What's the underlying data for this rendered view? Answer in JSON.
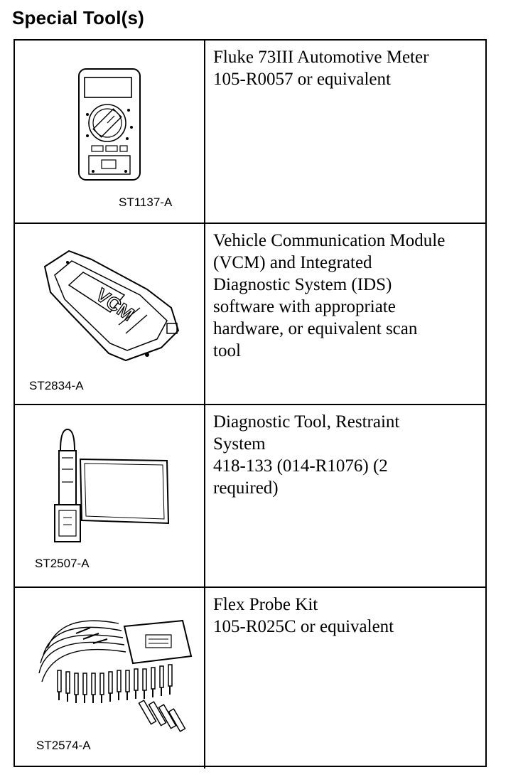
{
  "page": {
    "title": "Special Tool(s)"
  },
  "tools": [
    {
      "code": "ST1137-A",
      "icon": "multimeter-icon",
      "lines": [
        "Fluke 73III Automotive Meter",
        "105-R0057 or equivalent"
      ]
    },
    {
      "code": "ST2834-A",
      "icon": "vcm-module-icon",
      "illustration_text": "VCM",
      "lines": [
        "Vehicle Communication Module",
        "(VCM) and Integrated",
        "Diagnostic System (IDS)",
        "software with appropriate",
        "hardware, or equivalent scan",
        "tool"
      ]
    },
    {
      "code": "ST2507-A",
      "icon": "restraint-diagnostic-tool-icon",
      "lines": [
        "Diagnostic Tool, Restraint",
        "System",
        "418-133 (014-R1076) (2",
        "required)"
      ]
    },
    {
      "code": "ST2574-A",
      "icon": "flex-probe-kit-icon",
      "lines": [
        "Flex Probe Kit",
        "105-R025C or equivalent"
      ]
    }
  ]
}
